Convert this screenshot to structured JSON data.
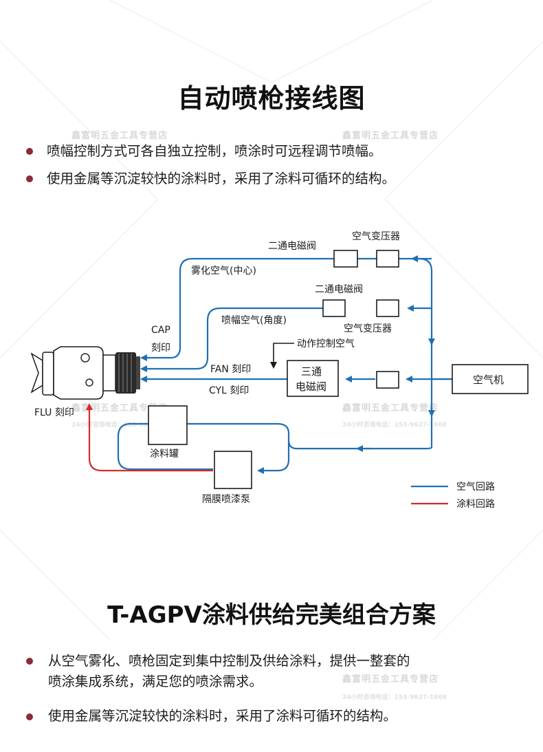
{
  "title1": "自动喷枪接线图",
  "bullets1": [
    "喷幅控制方式可各自独立控制，喷涂时可远程调节喷幅。",
    "使用金属等沉淀较快的涂料时，采用了涂料可循环的结构。"
  ],
  "diagram": {
    "valve_top": "二通电磁阀",
    "transformer_top": "空气变压器",
    "atomizing_air": "雾化空气(中心)",
    "valve_mid": "二通电磁阀",
    "fan_air": "喷幅空气(角度)",
    "transformer_mid": "空气变压器",
    "action_air": "动作控制空气",
    "cap_label": "CAP",
    "cap_mark": "刻印",
    "fan_label": "FAN 刻印",
    "cyl_label": "CYL 刻印",
    "three_way_1": "三通",
    "three_way_2": "电磁阀",
    "compressor": "空气机",
    "flu_label": "FLU 刻印",
    "paint_tank": "涂料罐",
    "pump": "隔膜喷漆泵",
    "legend_air": "空气回路",
    "legend_paint": "涂料回路",
    "colors": {
      "air": "#1f6fb4",
      "paint": "#d42a2a"
    }
  },
  "title2": "T-AGPV涂料供给完美组合方案",
  "bullets2": [
    "从空气雾化、喷枪固定到集中控制及供给涂料，提供一整套的",
    "喷涂集成系统，满足您的喷涂需求。",
    "使用金属等沉淀较快的涂料时，采用了涂料可循环的结构。"
  ],
  "watermark": {
    "store": "鑫富明五金工具专营店",
    "phone": "24小时咨询电话：153-9627-1668"
  }
}
